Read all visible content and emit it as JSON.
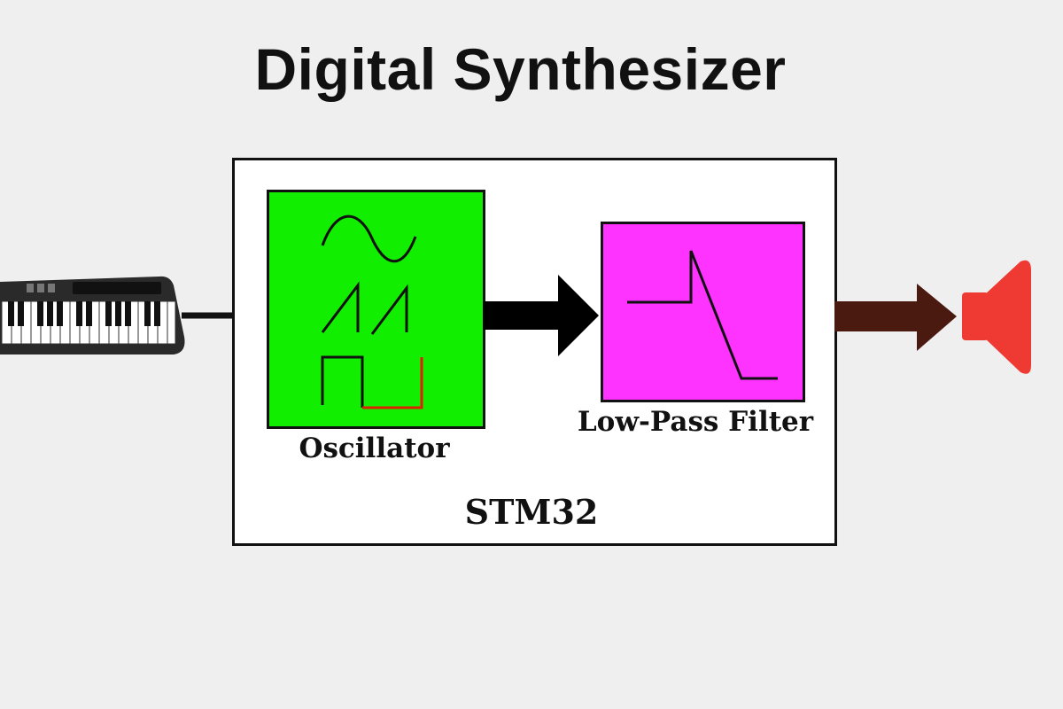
{
  "title": "Digital Synthesizer",
  "blocks": {
    "oscillator": {
      "label": "Oscillator"
    },
    "filter": {
      "label": "Low-Pass Filter"
    },
    "mcu": {
      "label": "STM32"
    }
  },
  "icons": {
    "input": "keyboard-icon",
    "output": "speaker-icon"
  },
  "colors": {
    "background": "#efefef",
    "oscillator_fill": "#11ee00",
    "filter_fill": "#ff33ff",
    "output_arrow": "#4a1a10",
    "speaker": "#ee3a33",
    "square_wave_accent": "#dd2200"
  }
}
